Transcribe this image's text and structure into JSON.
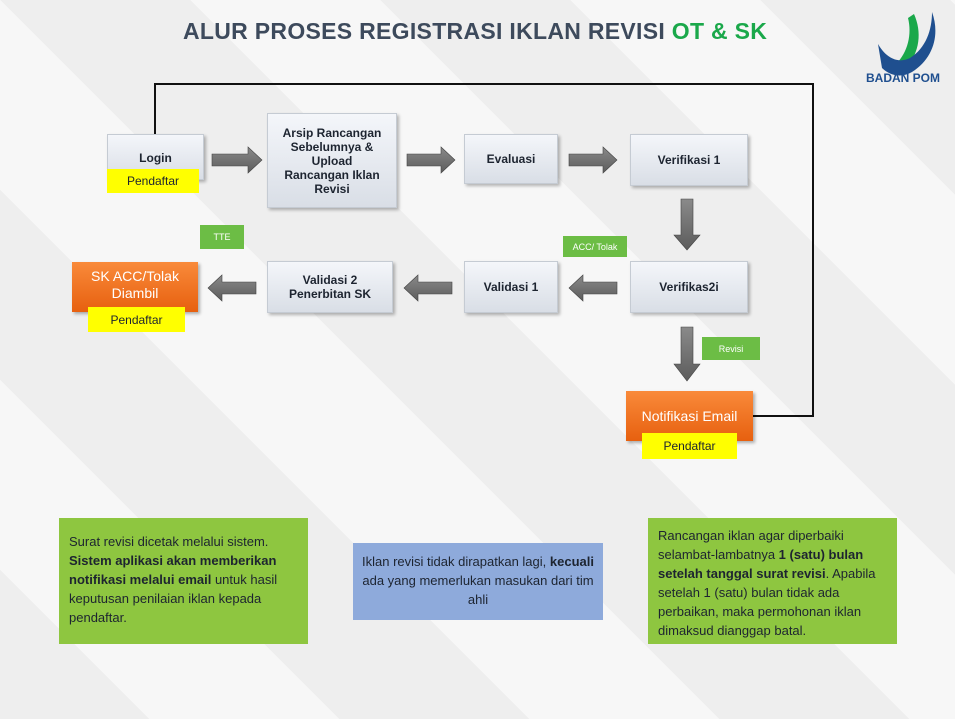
{
  "title": {
    "main": "ALUR PROSES REGISTRASI IKLAN REVISI ",
    "accent": "OT & SK"
  },
  "logo": {
    "text": "BADAN POM",
    "colors": {
      "primary": "#1f4f8f",
      "check": "#1aa84a"
    }
  },
  "nodes": {
    "login": "Login",
    "arsip": [
      "Arsip Rancangan",
      "Sebelumnya &",
      "Upload",
      "Rancangan Iklan",
      "Revisi"
    ],
    "evaluasi": "Evaluasi",
    "verifikasi1": "Verifikasi 1",
    "verifikasi2": "Verifikas2i",
    "validasi1": "Validasi 1",
    "validasi2": [
      "Validasi 2",
      "Penerbitan SK"
    ],
    "sk": [
      "SK ACC/Tolak",
      "Diambil"
    ],
    "notifikasi": "Notifikasi Email"
  },
  "tags": {
    "pendaftar": "Pendaftar",
    "tte": "TTE",
    "acc_tolak": "ACC/ Tolak",
    "revisi": "Revisi"
  },
  "notes": {
    "left": {
      "p1": "Surat revisi dicetak melalui sistem.",
      "b1": "Sistem aplikasi akan memberikan notifikasi melalui email",
      "p2": " untuk hasil keputusan penilaian iklan kepada pendaftar."
    },
    "middle": {
      "p1": "Iklan revisi tidak dirapatkan lagi,",
      "b1": "kecuali",
      "p2": " ada yang memerlukan masukan dari tim ahli"
    },
    "right": {
      "p1": "Rancangan iklan agar diperbaiki selambat-lambatnya ",
      "b1": "1 (satu) bulan setelah tanggal surat revisi",
      "p2": ". Apabila setelah 1 (satu) bulan tidak ada perbaikan, maka permohonan iklan dimaksud dianggap batal."
    }
  },
  "colors": {
    "title": "#3d4a5c",
    "accent": "#1aa84a",
    "orange": "#f07122",
    "yellow": "#ffff00",
    "green": "#8ec640",
    "blue": "#8eaadb",
    "arrow": "#6f6f6f"
  }
}
